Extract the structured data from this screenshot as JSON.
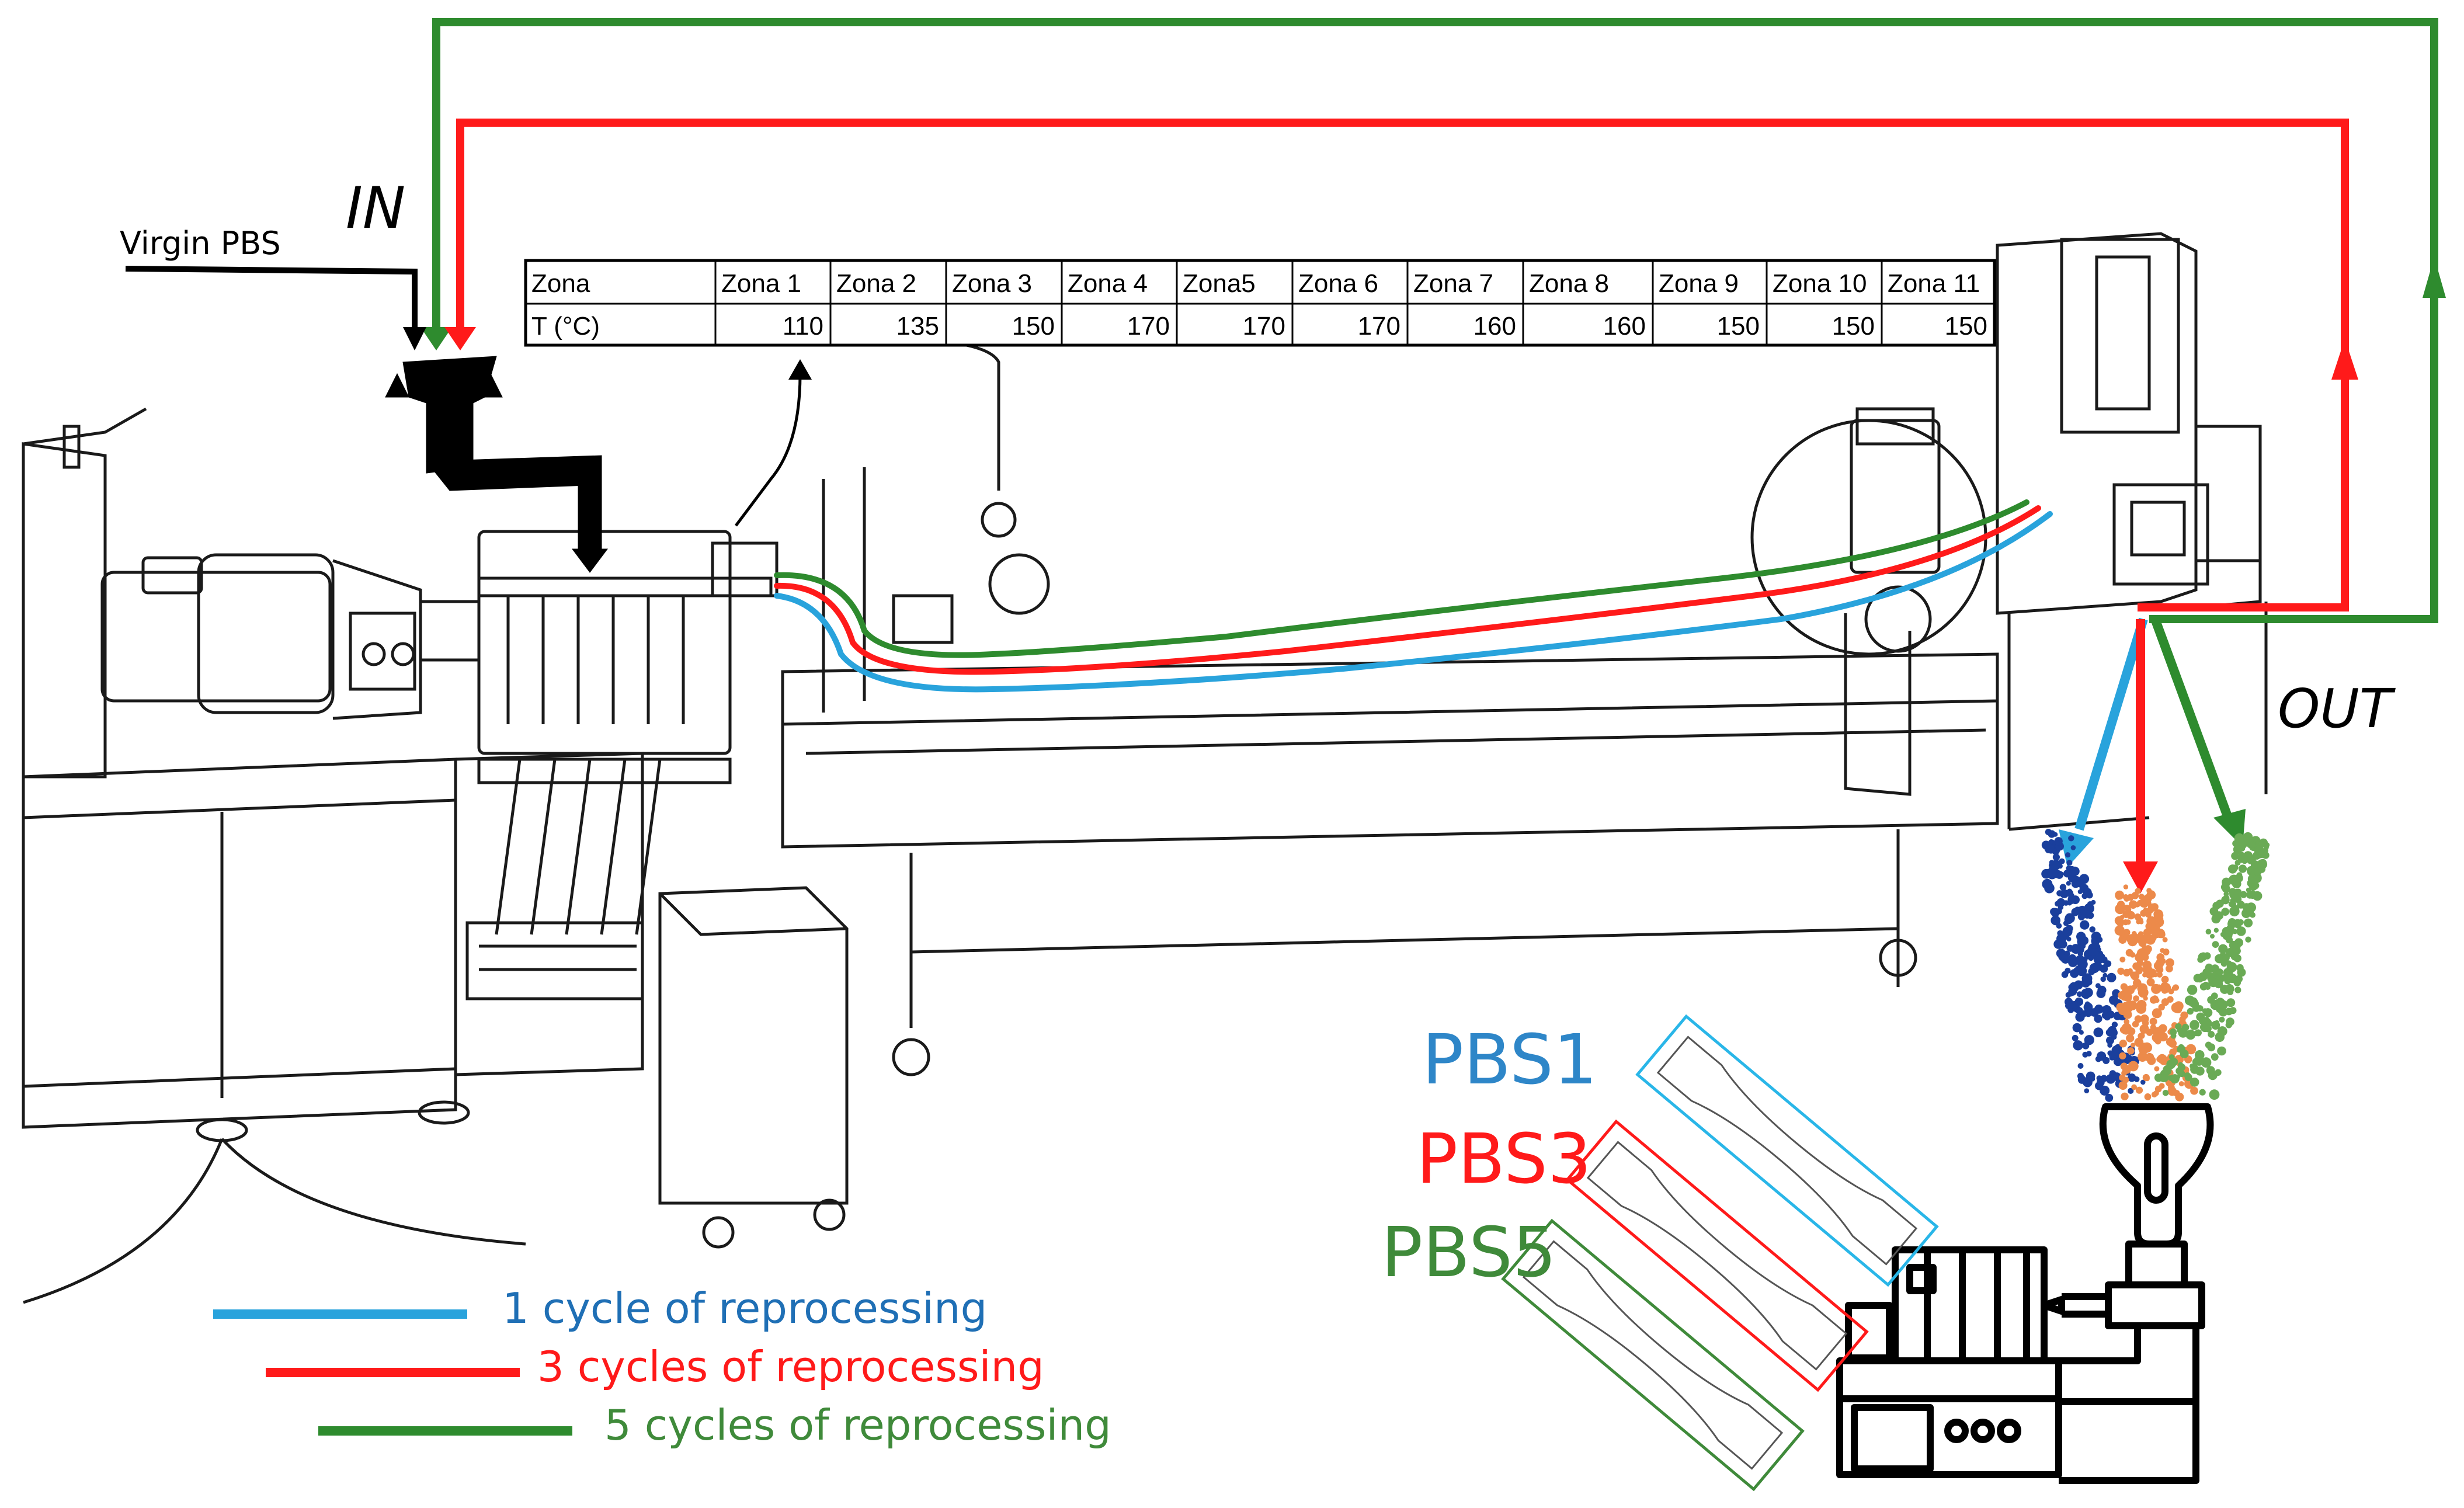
{
  "labels": {
    "in": "IN",
    "out": "OUT",
    "virgin": "Virgin PBS"
  },
  "table": {
    "header": [
      "Zona",
      "Zona 1",
      "Zona 2",
      "Zona 3",
      "Zona 4",
      "Zona5",
      "Zona 6",
      "Zona 7",
      "Zona 8",
      "Zona 9",
      "Zona 10",
      "Zona 11"
    ],
    "row_label": "T (°C)",
    "values": [
      "110",
      "135",
      "150",
      "170",
      "170",
      "170",
      "160",
      "160",
      "150",
      "150",
      "150"
    ]
  },
  "samples": [
    {
      "label": "PBS1",
      "color": "#2e86c8"
    },
    {
      "label": "PBS3",
      "color": "#ff1a1a"
    },
    {
      "label": "PBS5",
      "color": "#3f8a3a"
    }
  ],
  "legend": [
    {
      "label": "1 cycle of reprocessing",
      "color": "#29a3dc",
      "text_color": "#1f6fb5"
    },
    {
      "label": "3 cycles of reprocessing",
      "color": "#ff1a1a",
      "text_color": "#ff1a1a"
    },
    {
      "label": "5 cycles of reprocessing",
      "color": "#2e8b2e",
      "text_color": "#3f8a3a"
    }
  ],
  "colors": {
    "blue_line": "#29a3dc",
    "red_line": "#ff1a1a",
    "green_line": "#2e8b2e",
    "pellet_blue": "#1a3f9c",
    "pellet_orange": "#ec8a4a",
    "pellet_green": "#6aaa55"
  }
}
